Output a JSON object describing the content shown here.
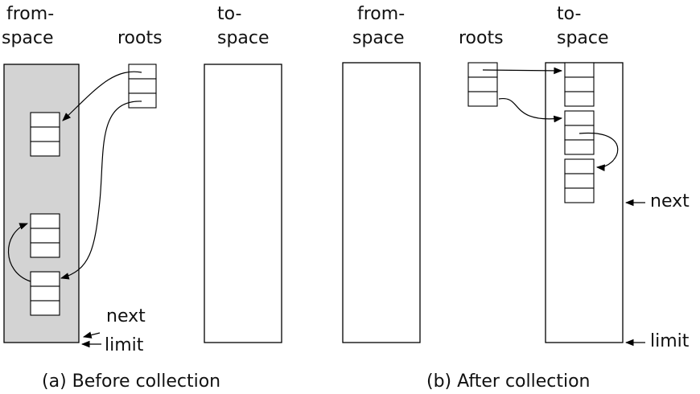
{
  "panel_a": {
    "from_label": [
      "from-",
      "space"
    ],
    "roots_label": "roots",
    "to_label": [
      "to-",
      "space"
    ],
    "next_label": "next",
    "limit_label": "limit",
    "caption": "(a) Before collection"
  },
  "panel_b": {
    "from_label": [
      "from-",
      "space"
    ],
    "roots_label": "roots",
    "to_label": [
      "to-",
      "space"
    ],
    "next_label": "next",
    "limit_label": "limit",
    "caption": "(b) After collection"
  },
  "colors": {
    "from_space_fill_a": "#d3d3d3",
    "stroke": "#000000",
    "background": "#ffffff"
  }
}
